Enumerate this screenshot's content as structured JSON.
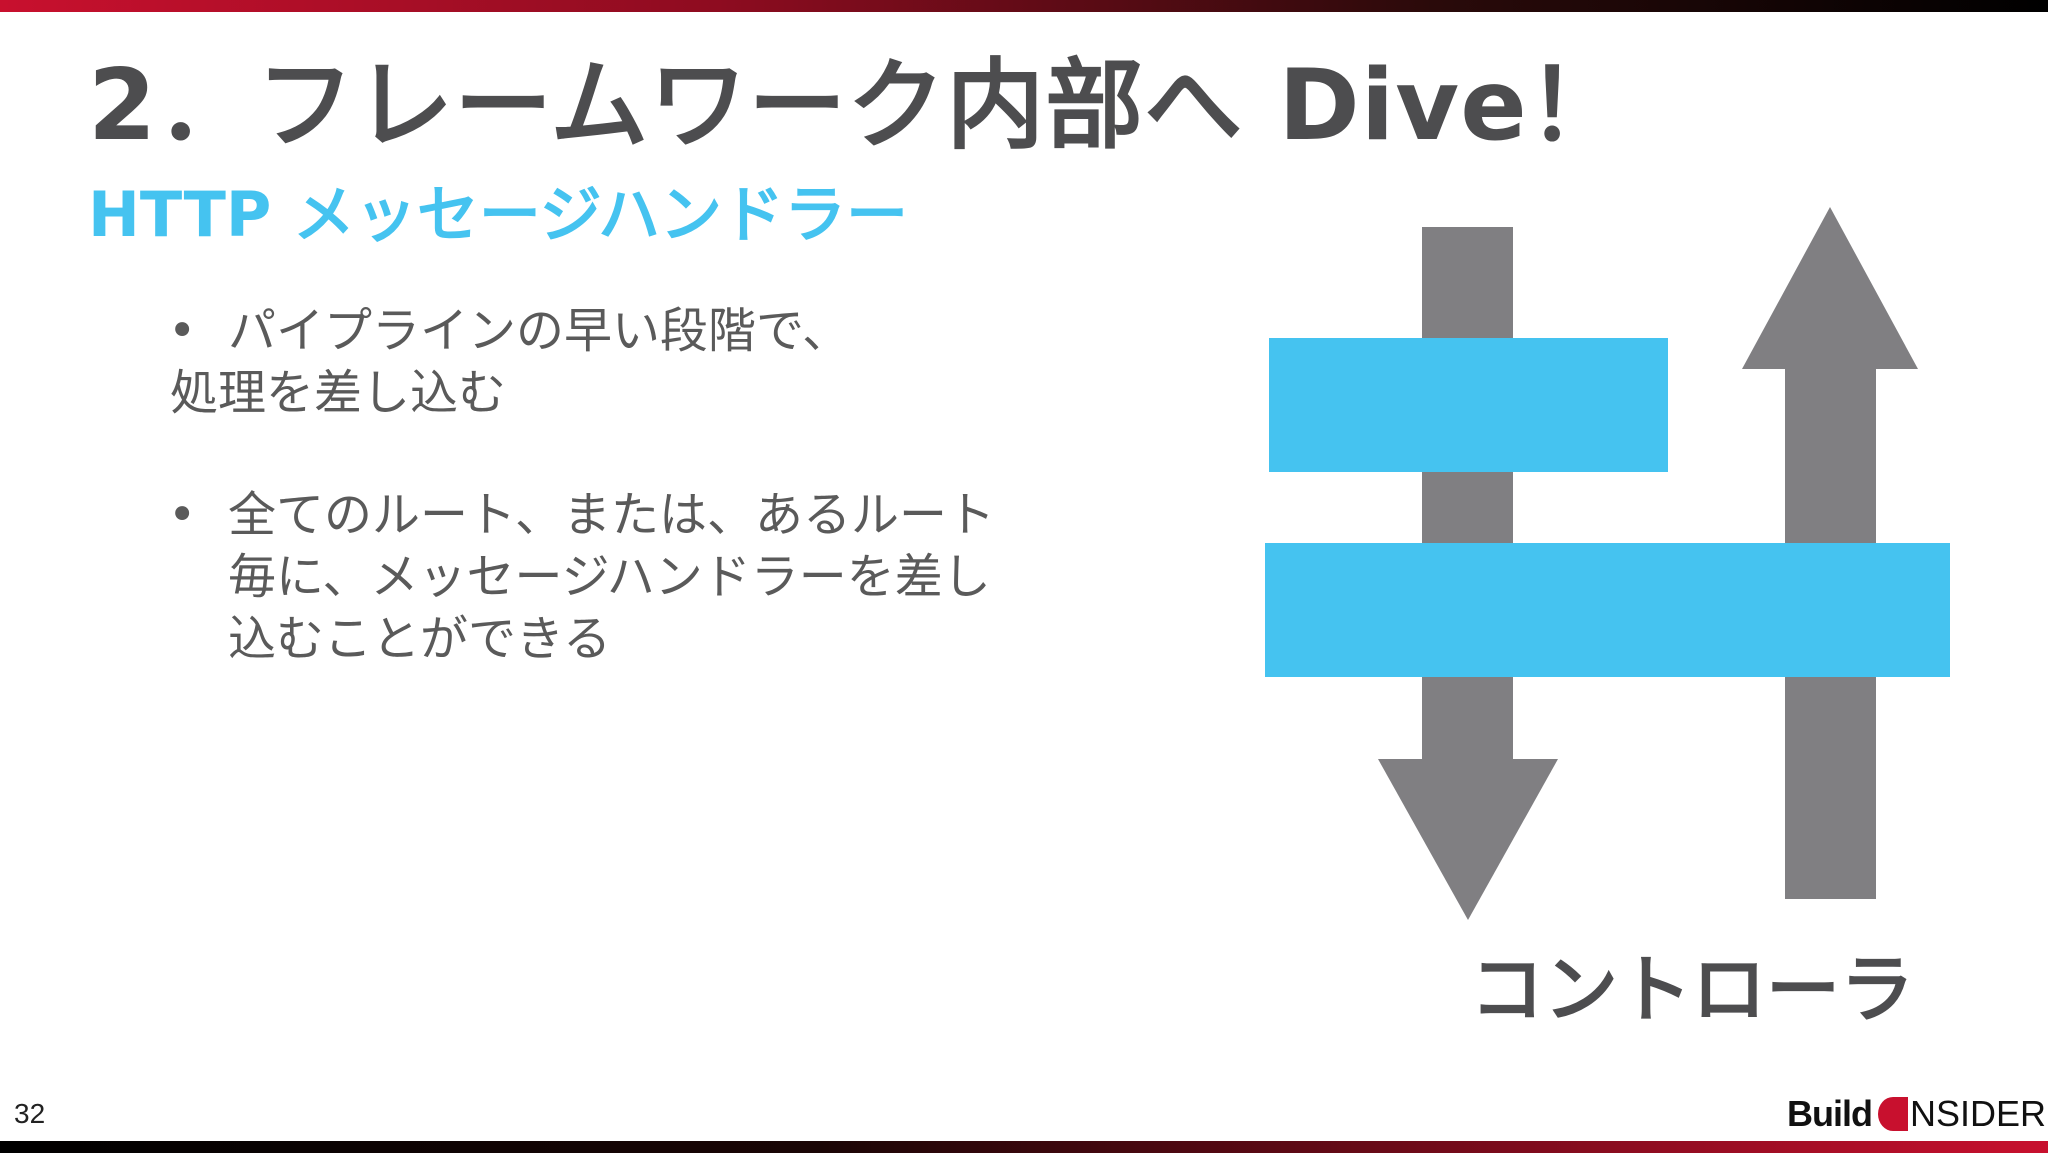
{
  "slide": {
    "title": "2．フレームワーク内部へ Dive！",
    "subtitle": "HTTP メッセージハンドラー",
    "bullets": [
      {
        "marker": "•",
        "line1": "パイプラインの早い段階で、",
        "line2": "処理を差し込む"
      },
      {
        "marker": "•",
        "line1": "全てのルート、または、あるルート",
        "line2": "毎に、メッセージハンドラーを差し",
        "line3": "込むことができる"
      }
    ],
    "diagram_label": "コントローラ",
    "page_number": "32"
  },
  "logo": {
    "build": "Build",
    "insider": "NSIDER"
  },
  "colors": {
    "title": "#4d4d4f",
    "accent_blue": "#45c3f0",
    "arrow_gray": "#807f82",
    "brand_red": "#c8102e"
  }
}
